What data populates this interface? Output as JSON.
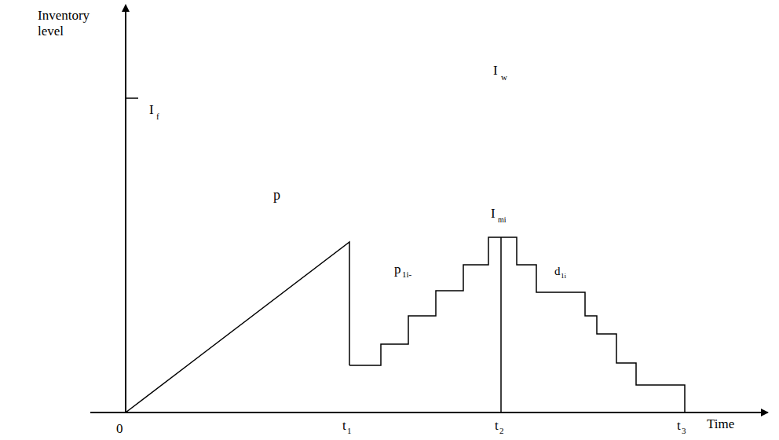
{
  "diagram": {
    "labels": [
      "Inventory level",
      "I",
      "f",
      "I",
      "w",
      "p",
      "I",
      "mi",
      "p",
      "1i-",
      "d",
      "1i",
      "0",
      "t",
      "1",
      "t",
      "2",
      "t",
      "3",
      "Time"
    ]
  }
}
